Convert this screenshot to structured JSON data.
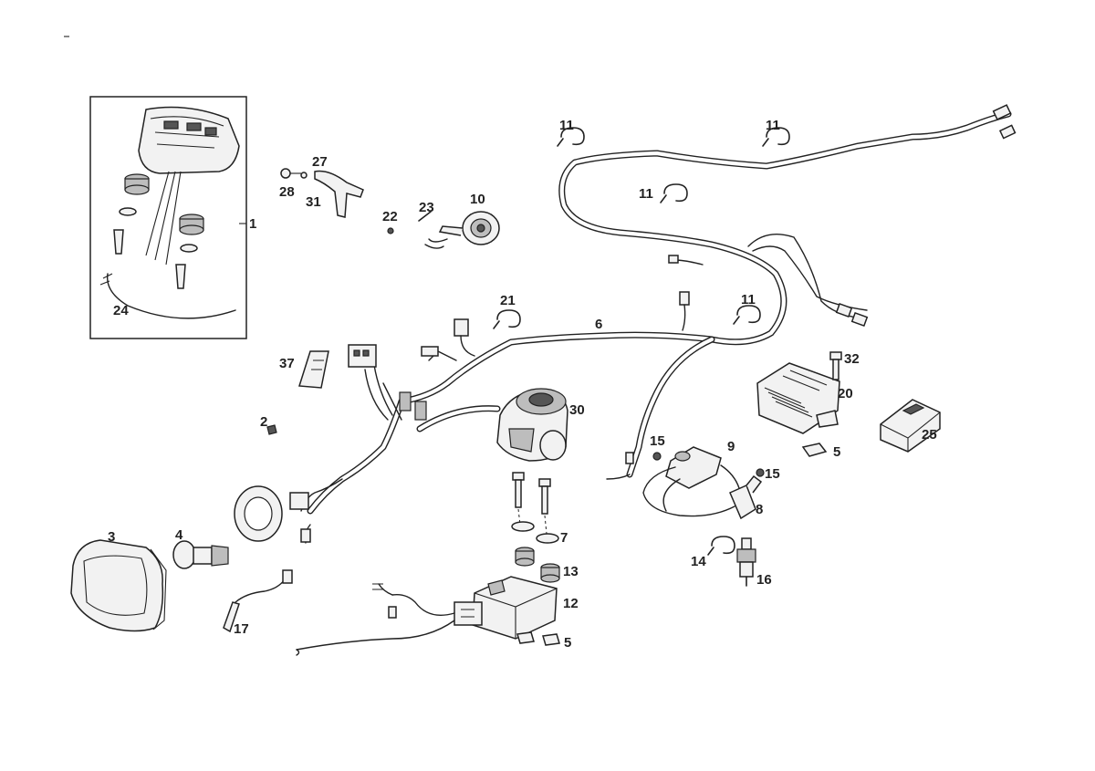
{
  "callouts": {
    "c1": "1",
    "c2": "2",
    "c3": "3",
    "c4": "4",
    "c5a": "5",
    "c5b": "5",
    "c6": "6",
    "c7": "7",
    "c8": "8",
    "c9": "9",
    "c10": "10",
    "c11a": "11",
    "c11b": "11",
    "c11c": "11",
    "c11d": "11",
    "c12": "12",
    "c13": "13",
    "c14": "14",
    "c15a": "15",
    "c15b": "15",
    "c16": "16",
    "c17": "17",
    "c20": "20",
    "c21": "21",
    "c22": "22",
    "c23": "23",
    "c24": "24",
    "c25": "25",
    "c27": "27",
    "c28": "28",
    "c30": "30",
    "c31": "31",
    "c32": "32",
    "c37": "37"
  }
}
